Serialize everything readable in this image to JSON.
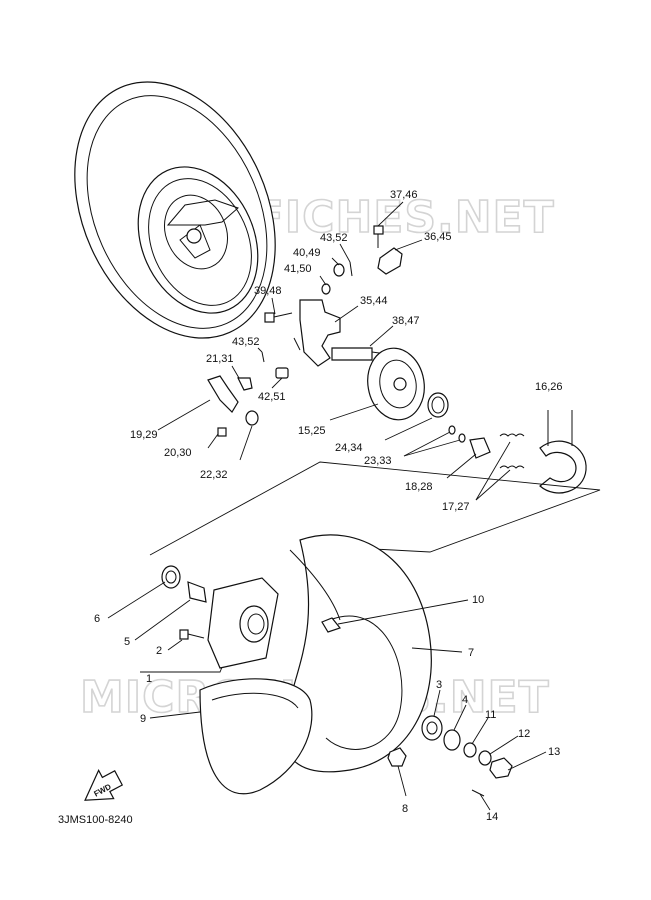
{
  "watermark": {
    "text": "MICROFICHES.NET"
  },
  "footer": {
    "diagram_code": "3JMS100-8240"
  },
  "fwd_arrow": {
    "label": "FWD"
  },
  "callouts": {
    "c37_46": "37,46",
    "c36_45": "36,45",
    "c43_52a": "43,52",
    "c40_49": "40,49",
    "c41_50": "41,50",
    "c39_48": "39,48",
    "c35_44": "35,44",
    "c38_47": "38,47",
    "c43_52b": "43,52",
    "c21_31": "21,31",
    "c42_51": "42,51",
    "c16_26": "16,26",
    "c19_29": "19,29",
    "c15_25": "15,25",
    "c24_34": "24,34",
    "c20_30": "20,30",
    "c23_33": "23,33",
    "c22_32": "22,32",
    "c18_28": "18,28",
    "c17_27": "17,27",
    "c10": "10",
    "c6": "6",
    "c7": "7",
    "c5": "5",
    "c2": "2",
    "c1": "1",
    "c3": "3",
    "c4": "4",
    "c9": "9",
    "c11": "11",
    "c12": "12",
    "c13": "13",
    "c8": "8",
    "c14": "14"
  }
}
